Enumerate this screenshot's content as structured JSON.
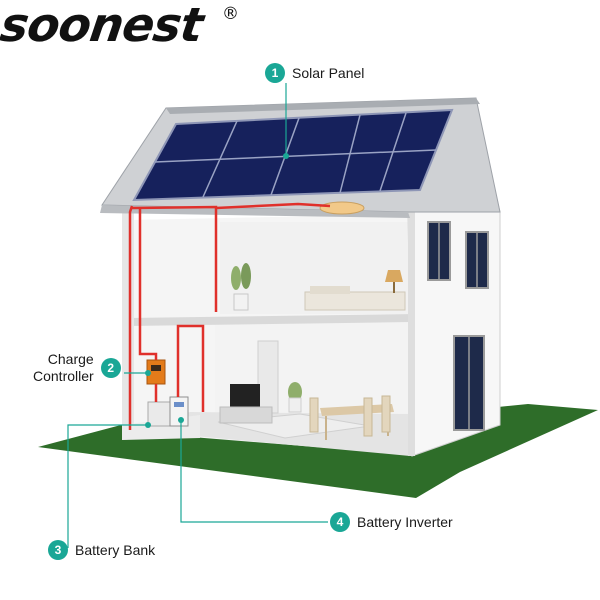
{
  "brand": {
    "name": "soonest",
    "registered_mark": "®"
  },
  "colors": {
    "accent": "#1aa796",
    "wire": "#e0302b",
    "ground": "#2e6d29",
    "panel": "#1d2d74"
  },
  "callouts": [
    {
      "number": "1",
      "label_lines": [
        "Solar Panel"
      ]
    },
    {
      "number": "2",
      "label_lines": [
        "Charge",
        "Controller"
      ]
    },
    {
      "number": "3",
      "label_lines": [
        "Battery Bank"
      ]
    },
    {
      "number": "4",
      "label_lines": [
        "Battery Inverter"
      ]
    }
  ]
}
